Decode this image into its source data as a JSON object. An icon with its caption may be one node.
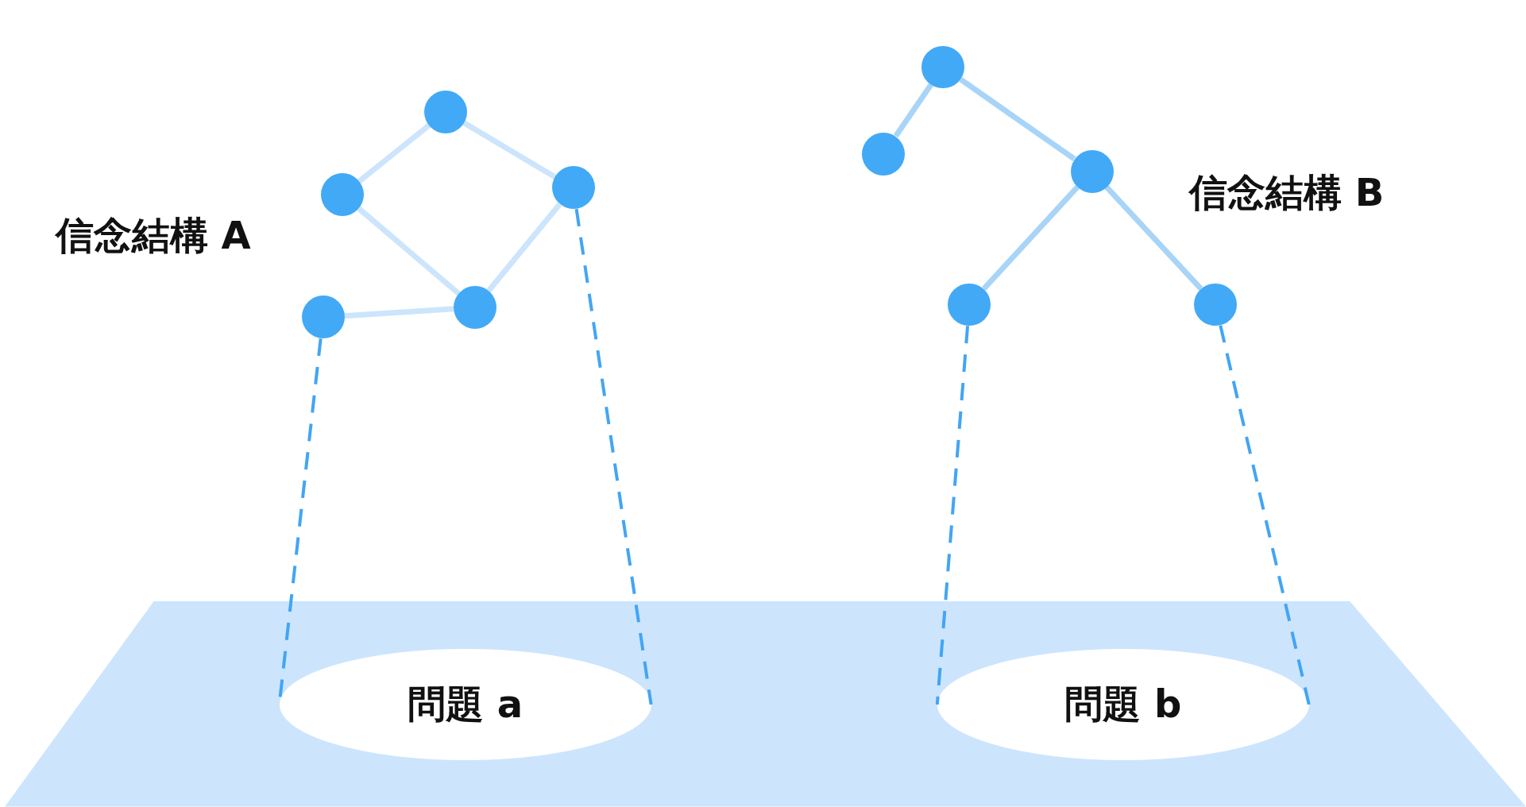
{
  "diagram": {
    "nodes": [
      {
        "text": [],
        "shape": "circle"
      },
      {
        "text": [],
        "shape": "circle"
      },
      {
        "text": [],
        "shape": "circle"
      },
      {
        "text": [],
        "shape": "circle"
      },
      {
        "text": [],
        "shape": "circle"
      },
      {
        "text": [],
        "shape": "circle"
      },
      {
        "text": [],
        "shape": "circle"
      },
      {
        "text": [],
        "shape": "circle"
      },
      {
        "text": [],
        "shape": "circle"
      },
      {
        "text": [],
        "shape": "circle"
      },
      {
        "text": [],
        "shape": "plane"
      },
      {
        "text": [
          "問題 a"
        ],
        "in": 10
      },
      {
        "text": [
          "問題 b"
        ],
        "in": 10
      }
    ],
    "edges": [
      {
        "from": 1,
        "to": 2,
        "arrow": "none"
      },
      {
        "from": 2,
        "to": 4,
        "arrow": "none"
      },
      {
        "from": 1,
        "to": 3,
        "arrow": "none"
      },
      {
        "from": 4,
        "to": 3,
        "arrow": "none"
      },
      {
        "from": 0,
        "to": 3,
        "arrow": "none"
      },
      {
        "from": 5,
        "to": 6,
        "arrow": "none",
        "color": "#a8d4f8"
      },
      {
        "from": 6,
        "to": 8,
        "arrow": "none",
        "color": "#a8d4f8"
      },
      {
        "from": 8,
        "to": 7,
        "arrow": "none",
        "color": "#a8d4f8"
      },
      {
        "from": 8,
        "to": 9,
        "arrow": "none",
        "color": "#a8d4f8"
      },
      {
        "from": 0,
        "to": 11,
        "arrow": "none",
        "style": "dashed",
        "color": "#42a5f5"
      },
      {
        "from": 4,
        "to": 11,
        "arrow": "none",
        "style": "dashed",
        "color": "#42a5f5"
      },
      {
        "from": 7,
        "to": 12,
        "arrow": "none",
        "style": "dashed",
        "color": "#42a5f5"
      },
      {
        "from": 9,
        "to": 12,
        "arrow": "none",
        "style": "dashed",
        "color": "#42a5f5"
      }
    ],
    "labels": [
      "信念結構 A",
      "信念結構 B"
    ]
  }
}
